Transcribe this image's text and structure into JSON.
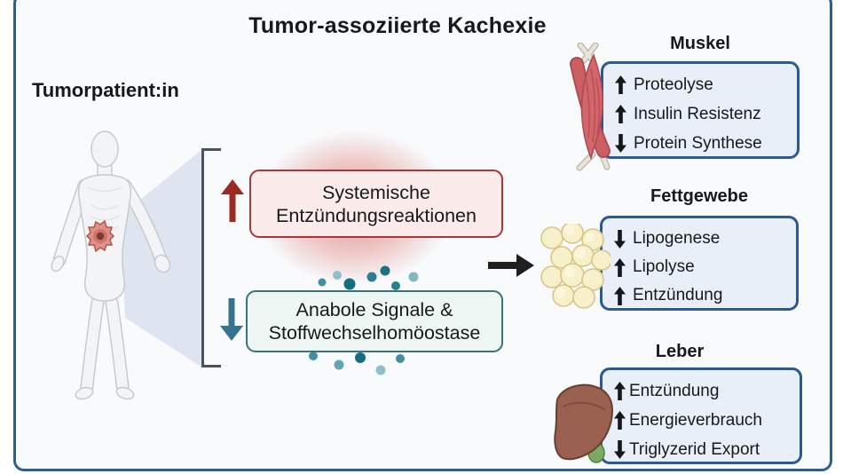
{
  "title": "Tumor-assoziierte Kachexie",
  "patient_label": "Tumorpatient:in",
  "central": {
    "inflammation": {
      "line1": "Systemische",
      "line2": "Entzündungsreaktionen",
      "direction": "up"
    },
    "anabolic": {
      "line1": "Anabole Signale &",
      "line2": "Stoffwechselhomöostase",
      "direction": "down"
    }
  },
  "flow": {
    "arrow_direction": "right"
  },
  "organs": [
    {
      "name": "Muskel",
      "icon": "muscle-icon",
      "items": [
        {
          "dir": "up",
          "label": "Proteolyse"
        },
        {
          "dir": "up",
          "label": "Insulin Resistenz"
        },
        {
          "dir": "down",
          "label": "Protein Synthese"
        }
      ]
    },
    {
      "name": "Fettgewebe",
      "icon": "fat-tissue-icon",
      "items": [
        {
          "dir": "down",
          "label": "Lipogenese"
        },
        {
          "dir": "up",
          "label": "Lipolyse"
        },
        {
          "dir": "up",
          "label": "Entzündung"
        }
      ]
    },
    {
      "name": "Leber",
      "icon": "liver-icon",
      "items": [
        {
          "dir": "up",
          "label": "Entzündung"
        },
        {
          "dir": "up",
          "label": "Energieverbrauch"
        },
        {
          "dir": "down",
          "label": "Triglyzerid Export"
        }
      ]
    }
  ],
  "colors": {
    "frame": "#2e5e8e",
    "background": "#f8fafc",
    "inflammation_border": "#a93439",
    "inflammation_fill": "#fbeceb",
    "inflammation_glow": "#d03a2e",
    "anabolic_border": "#38747a",
    "anabolic_fill": "#edf6f2",
    "increase_arrow": "#9b2a24",
    "decrease_arrow": "#35748c",
    "organ_box_border": "#2b5a92",
    "organ_box_fill": "#e9eff8",
    "flow_arrow": "#1f1f1f",
    "signal_dots": "#156e80",
    "bracket": "#4a545f"
  }
}
